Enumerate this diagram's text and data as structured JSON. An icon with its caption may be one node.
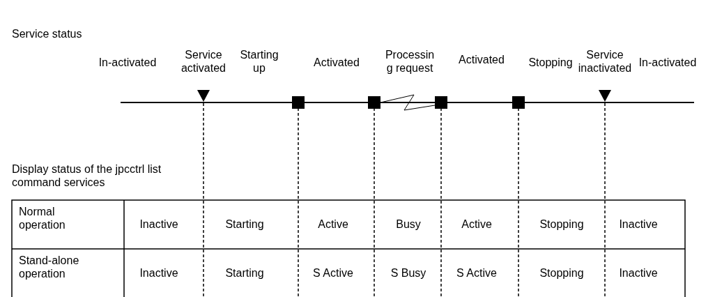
{
  "diagram": {
    "title": "Service status",
    "labels": [
      "In-activated",
      "Service activated",
      "Starting up",
      "Activated",
      "Processin g request",
      "Activated",
      "Stopping",
      "Service inactivated",
      "In-activated",
      "Display status of the jpcctrl list command services",
      "Normal operation",
      "Inactive",
      "Starting",
      "Active",
      "Busy",
      "Active",
      "Stopping",
      "Inactive",
      "Stand-alone operation",
      "Inactive",
      "Starting",
      "S Active",
      "S Busy",
      "S Active",
      "Stopping",
      "Inactive"
    ]
  }
}
